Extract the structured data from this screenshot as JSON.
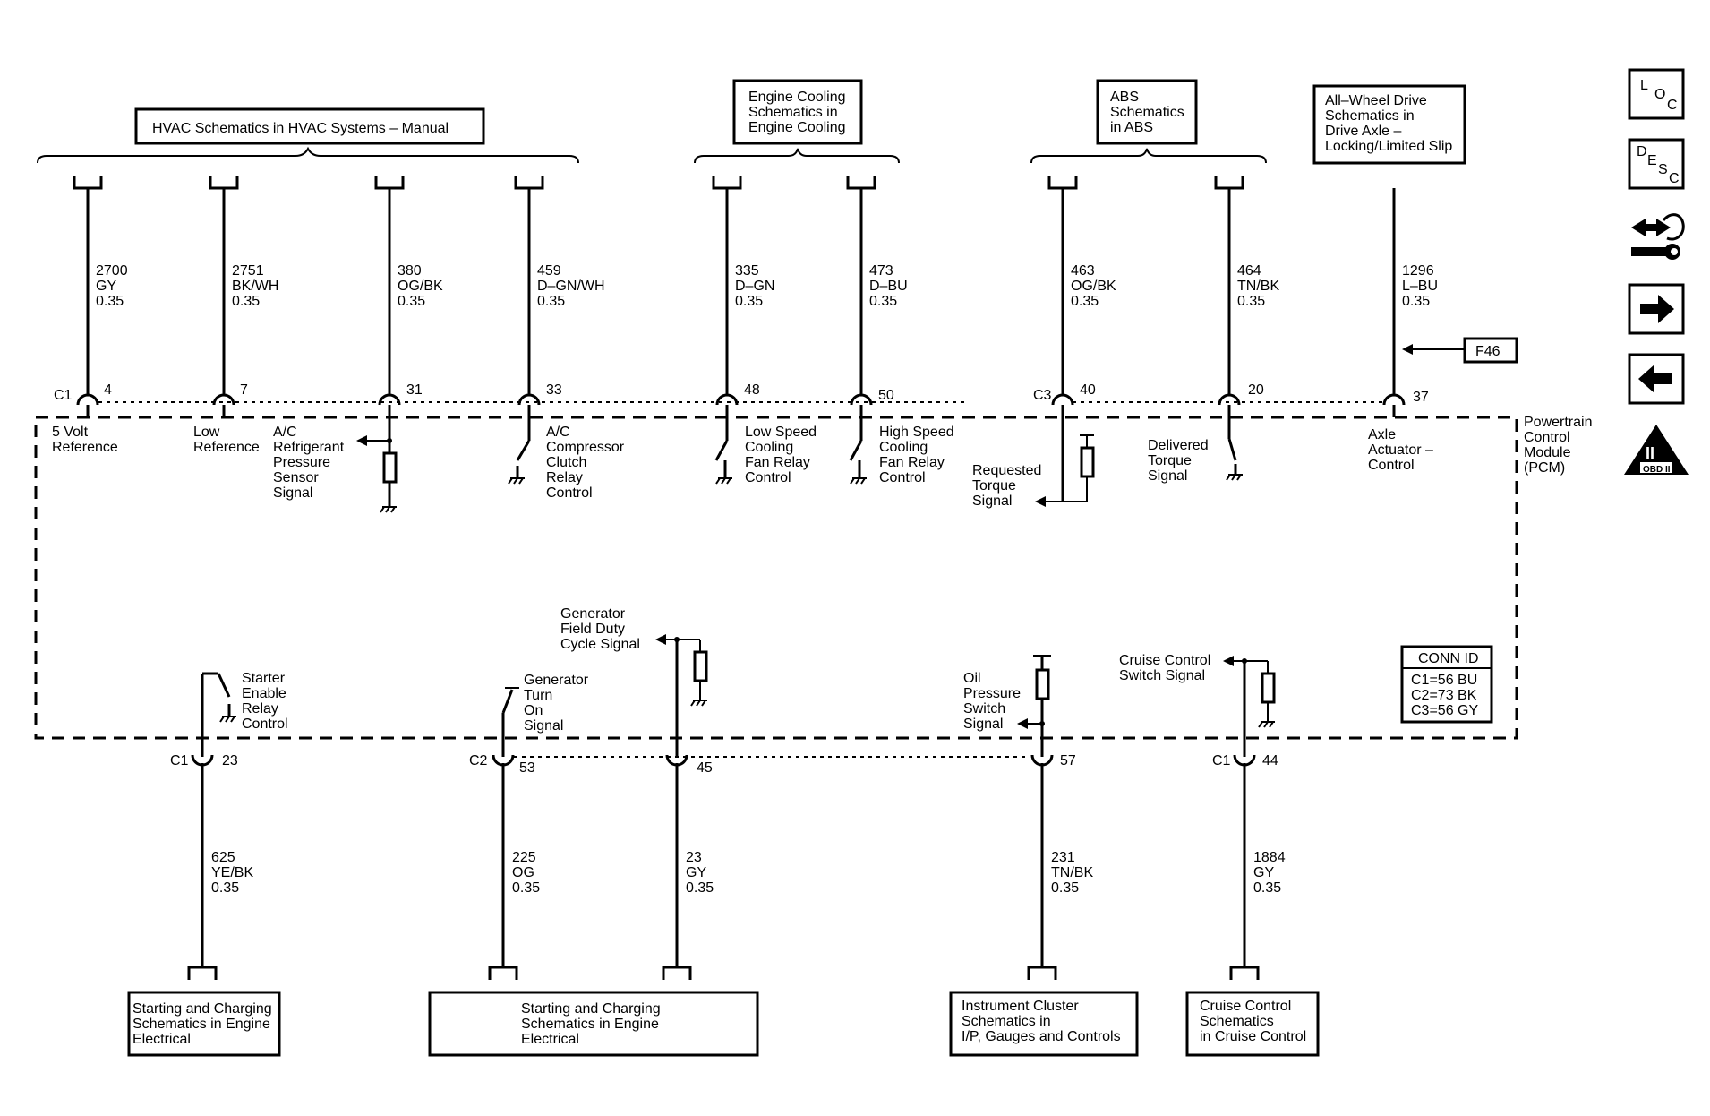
{
  "ref_boxes": {
    "hvac": [
      "HVAC Schematics in HVAC Systems – Manual"
    ],
    "engine_cooling": [
      "Engine Cooling",
      "Schematics in",
      "Engine Cooling"
    ],
    "abs": [
      "ABS",
      "Schematics",
      "in ABS"
    ],
    "awd": [
      "All–Wheel Drive",
      "Schematics in",
      "Drive Axle –",
      "Locking/Limited Slip"
    ],
    "starting1": [
      "Starting and Charging",
      "Schematics in Engine",
      "Electrical"
    ],
    "starting2": [
      "Starting and Charging",
      "Schematics in Engine",
      "Electrical"
    ],
    "instrument": [
      "Instrument Cluster",
      "Schematics in",
      "I/P, Gauges and Controls"
    ],
    "cruise": [
      "Cruise Control",
      "Schematics",
      "in Cruise Control"
    ]
  },
  "top_wires": [
    {
      "circuit": "2700",
      "color": "GY",
      "gauge": "0.35",
      "pin": "4",
      "connector": "C1",
      "label": [
        "5 Volt",
        "Reference"
      ]
    },
    {
      "circuit": "2751",
      "color": "BK/WH",
      "gauge": "0.35",
      "pin": "7",
      "connector": "",
      "label": [
        "Low",
        "Reference"
      ]
    },
    {
      "circuit": "380",
      "color": "OG/BK",
      "gauge": "0.35",
      "pin": "31",
      "connector": "",
      "label": [
        "A/C",
        "Refrigerant",
        "Pressure",
        "Sensor",
        "Signal"
      ]
    },
    {
      "circuit": "459",
      "color": "D–GN/WH",
      "gauge": "0.35",
      "pin": "33",
      "connector": "",
      "label": [
        "A/C",
        "Compressor",
        "Clutch",
        "Relay",
        "Control"
      ]
    },
    {
      "circuit": "335",
      "color": "D–GN",
      "gauge": "0.35",
      "pin": "48",
      "connector": "",
      "label": [
        "Low Speed",
        "Cooling",
        "Fan Relay",
        "Control"
      ]
    },
    {
      "circuit": "473",
      "color": "D–BU",
      "gauge": "0.35",
      "pin": "50",
      "connector": "",
      "label": [
        "High Speed",
        "Cooling",
        "Fan Relay",
        "Control"
      ]
    },
    {
      "circuit": "463",
      "color": "OG/BK",
      "gauge": "0.35",
      "pin": "40",
      "connector": "C3",
      "label": [
        "Requested",
        "Torque",
        "Signal"
      ]
    },
    {
      "circuit": "464",
      "color": "TN/BK",
      "gauge": "0.35",
      "pin": "20",
      "connector": "",
      "label": [
        "Delivered",
        "Torque",
        "Signal"
      ]
    },
    {
      "circuit": "1296",
      "color": "L–BU",
      "gauge": "0.35",
      "pin": "37",
      "connector": "",
      "label": [
        "Axle",
        "Actuator –",
        "Control"
      ]
    }
  ],
  "bottom_wires": [
    {
      "circuit": "625",
      "color": "YE/BK",
      "gauge": "0.35",
      "pin": "23",
      "connector": "C1",
      "label": [
        "Starter",
        "Enable",
        "Relay",
        "Control"
      ]
    },
    {
      "circuit": "225",
      "color": "OG",
      "gauge": "0.35",
      "pin": "53",
      "connector": "C2",
      "label": [
        "Generator",
        "Turn",
        "On",
        "Signal"
      ]
    },
    {
      "circuit": "23",
      "color": "GY",
      "gauge": "0.35",
      "pin": "45",
      "connector": "",
      "label": [
        "Generator",
        "Field Duty",
        "Cycle Signal"
      ]
    },
    {
      "circuit": "231",
      "color": "TN/BK",
      "gauge": "0.35",
      "pin": "57",
      "connector": "",
      "label": [
        "Oil",
        "Pressure",
        "Switch",
        "Signal"
      ]
    },
    {
      "circuit": "1884",
      "color": "GY",
      "gauge": "0.35",
      "pin": "44",
      "connector": "C1",
      "label": [
        "Cruise Control",
        "Switch Signal"
      ]
    }
  ],
  "module": {
    "label": [
      "Powertrain",
      "Control",
      "Module",
      "(PCM)"
    ]
  },
  "conn_id": {
    "title": "CONN ID",
    "rows": [
      "C1=56 BU",
      "C2=73 BK",
      "C3=56 GY"
    ]
  },
  "f46": "F46",
  "side_icons": {
    "loc": [
      "L",
      "O",
      "C"
    ],
    "desc": [
      "D",
      "E",
      "S",
      "C"
    ],
    "obd_roman": "II",
    "obd_text": "OBD II"
  },
  "icon_names": [
    "loc-icon",
    "desc-icon",
    "arrows-wrench-icon",
    "arrow-right-icon",
    "arrow-left-icon",
    "obd-ii-icon"
  ]
}
